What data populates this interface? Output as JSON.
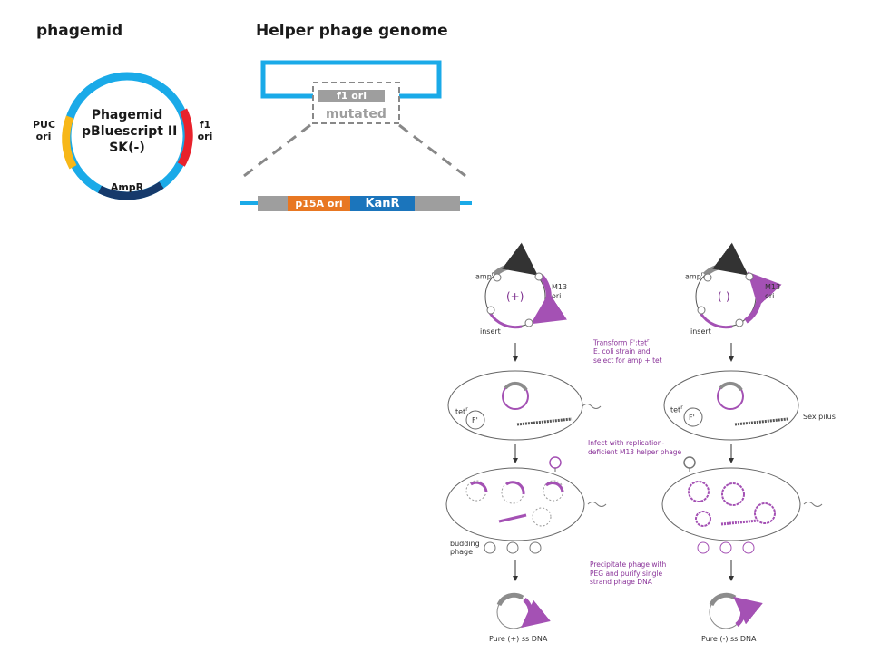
{
  "phagemid": {
    "title": "phagemid",
    "name_lines": [
      "Phagemid",
      "pBluescript II",
      "SK(-)"
    ],
    "segments": {
      "puc": "PUC\nori",
      "f1": "f1\nori",
      "ampr": "AmpR"
    },
    "colors": {
      "backbone": "#1aaae8",
      "puc": "#f7b718",
      "f1": "#e8222c",
      "ampr": "#163a6b"
    }
  },
  "helper": {
    "title": "Helper phage genome",
    "f1_ori": "f1 ori",
    "mutated": "mutated",
    "p15a": "p15A ori",
    "kanr": "KanR",
    "colors": {
      "genome": "#1aaae8",
      "gray": "#9e9e9e",
      "p15a": "#e87722",
      "kanr": "#1b75bc"
    }
  },
  "protocol": {
    "left": {
      "plasmid_sign": "(+)",
      "amp": "amp",
      "m13": "M13\nori",
      "insert": "insert",
      "tet": "tet",
      "fprime": "F'",
      "budding": "budding\nphage",
      "result": "Pure (+) ss DNA"
    },
    "right": {
      "plasmid_sign": "(-)",
      "amp": "amp",
      "m13": "M13\nori",
      "insert": "insert",
      "tet": "tet",
      "fprime": "F'",
      "sex_pilus": "Sex pilus",
      "result": "Pure (-) ss DNA"
    },
    "superscript_r": "r",
    "steps": {
      "step1": [
        "Transform F':tet",
        "E. coli strain and",
        "select for amp + tet"
      ],
      "step2": [
        "Infect with replication-",
        "deficient M13 helper phage"
      ],
      "step3": [
        "Precipitate phage with",
        "PEG and purify single",
        "strand phage DNA"
      ]
    },
    "colors": {
      "purple": "#a451b4",
      "gray": "#8c8c8c"
    }
  }
}
